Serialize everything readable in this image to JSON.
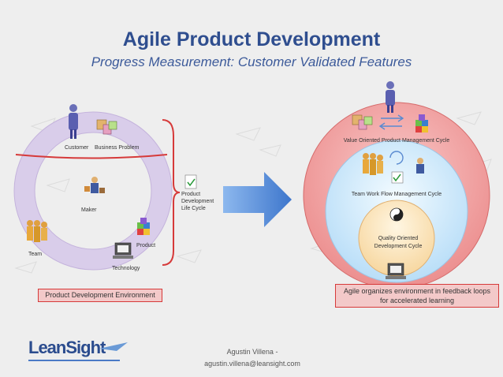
{
  "header": {
    "title": "Agile Product Development",
    "subtitle": "Progress Measurement: Customer Validated Features"
  },
  "left_diagram": {
    "labels": {
      "customer": "Customer",
      "business_problem": "Business Problem",
      "maker": "Maker",
      "team": "Team",
      "product": "Product",
      "technology": "Technology",
      "product_dev_lifecycle": [
        "Product",
        "Development",
        "Life Cycle"
      ]
    },
    "box_label": "Product Development Environment"
  },
  "right_diagram": {
    "labels": {
      "value_cycle": "Value Oriented Product Management Cycle",
      "team_cycle": "Team Work Flow Management Cycle",
      "quality_cycle": [
        "Quality Oriented",
        "Development Cycle"
      ]
    },
    "box_label_lines": [
      "Agile organizes environment in feedback loops",
      "for accelerated learning"
    ]
  },
  "footer": {
    "logo": "LeanSight",
    "name": "Agustin Villena -",
    "email": "agustin.villena@leansight.com"
  },
  "colors": {
    "title": "#2f4e8f",
    "ring_fill": "#d9cdea",
    "bracket": "#d63a3a",
    "arrow": "#4b86d6",
    "outer_circle": "#f2a3a3",
    "middle_circle": "#dbeefc",
    "inner_circle": "#fde9c4"
  }
}
